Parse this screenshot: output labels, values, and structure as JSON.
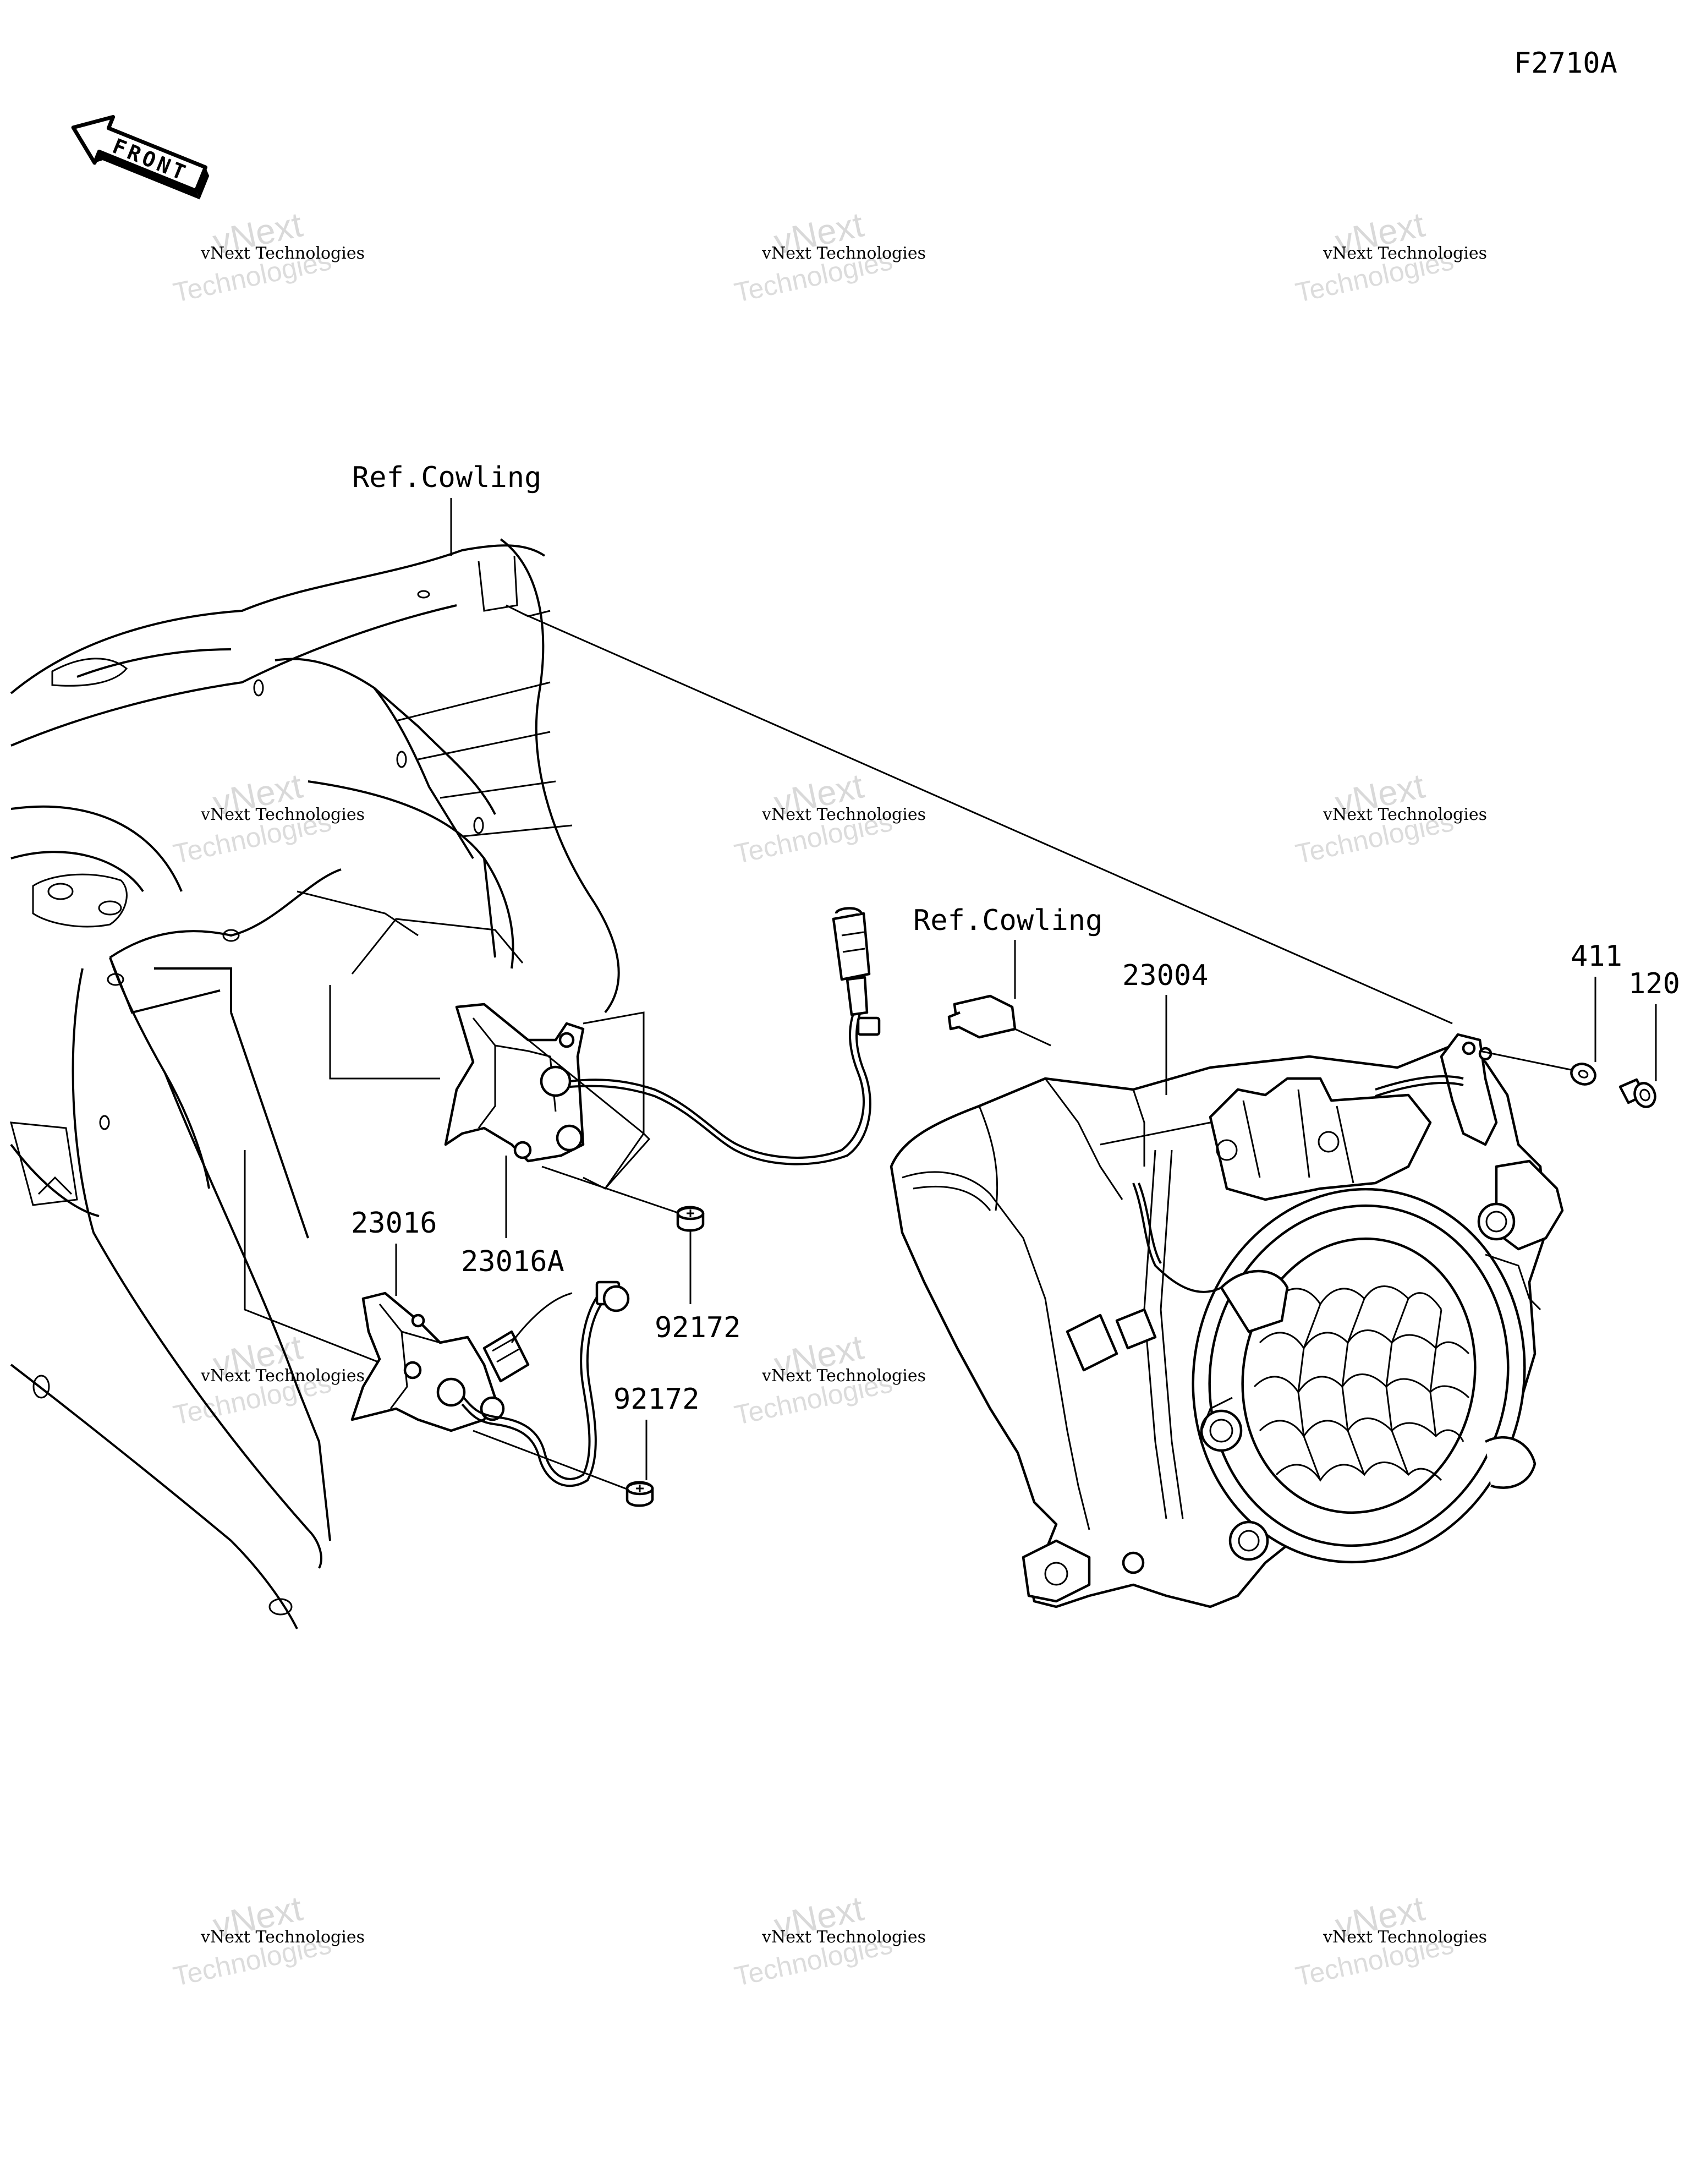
{
  "diagram_code": "F2710A",
  "front_arrow_text": "FRONT",
  "labels": {
    "ref_cowling_top": "Ref.Cowling",
    "ref_cowling_mid": "Ref.Cowling",
    "p23004": "23004",
    "p411": "411",
    "p120": "120",
    "p23016": "23016",
    "p23016A": "23016A",
    "p92172_a": "92172",
    "p92172_b": "92172"
  },
  "watermark": {
    "line1": "vNext Technologies",
    "line2": "vNext",
    "line3": "Technologies"
  }
}
